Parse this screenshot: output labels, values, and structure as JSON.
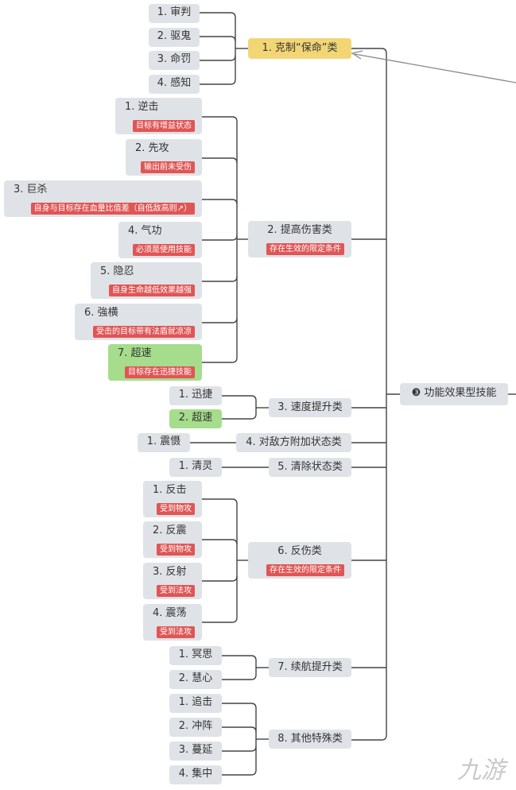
{
  "central": {
    "label": "❸ 功能效果型技能"
  },
  "categories": [
    {
      "label": "1. 克制“保命”类",
      "children": [
        {
          "label": "1. 审判"
        },
        {
          "label": "2. 驱鬼"
        },
        {
          "label": "3. 命罚"
        },
        {
          "label": "4. 感知"
        }
      ]
    },
    {
      "label": "2. 提高伤害类",
      "tag": "存在生效的限定条件",
      "children": [
        {
          "label": "1. 逆击",
          "tag": "目标有增益状态"
        },
        {
          "label": "2. 先攻",
          "tag": "输出前未受伤"
        },
        {
          "label": "3. 巨杀",
          "tag": "自身与目标存在血量比值差（自低敌高则↗）"
        },
        {
          "label": "4. 气功",
          "tag": "必须是使用技能"
        },
        {
          "label": "5. 隐忍",
          "tag": "自身生命越低效果越强"
        },
        {
          "label": "6. 強横",
          "tag": "受击的目标带有法盾就凉凉"
        },
        {
          "label": "7. 超速",
          "tag": "目标存在迅捷技能"
        }
      ]
    },
    {
      "label": "3. 速度提升类",
      "children": [
        {
          "label": "1. 迅捷"
        },
        {
          "label": "2. 超速"
        }
      ]
    },
    {
      "label": "4. 对敌方附加状态类",
      "children": [
        {
          "label": "1. 震慑"
        }
      ]
    },
    {
      "label": "5. 清除状态类",
      "children": [
        {
          "label": "1. 清灵"
        }
      ]
    },
    {
      "label": "6. 反伤类",
      "tag": "存在生效的限定条件",
      "children": [
        {
          "label": "1. 反击",
          "tag": "受到物攻"
        },
        {
          "label": "2. 反震",
          "tag": "受到物攻"
        },
        {
          "label": "3. 反射",
          "tag": "受到法攻"
        },
        {
          "label": "4. 震荡",
          "tag": "受到法攻"
        }
      ]
    },
    {
      "label": "7. 续航提升类",
      "children": [
        {
          "label": "1. 冥思"
        },
        {
          "label": "2. 慧心"
        }
      ]
    },
    {
      "label": "8. 其他特殊类",
      "children": [
        {
          "label": "1. 追击"
        },
        {
          "label": "2. 冲阵"
        },
        {
          "label": "3. 蔓延"
        },
        {
          "label": "4. 集中"
        }
      ]
    }
  ],
  "colors": {
    "line": "#444444",
    "node": "#dfe3e7",
    "highlight_yellow": "#f2d675",
    "highlight_green": "#a6dd8c",
    "tag_red": "#e05555"
  },
  "watermark": "九游"
}
